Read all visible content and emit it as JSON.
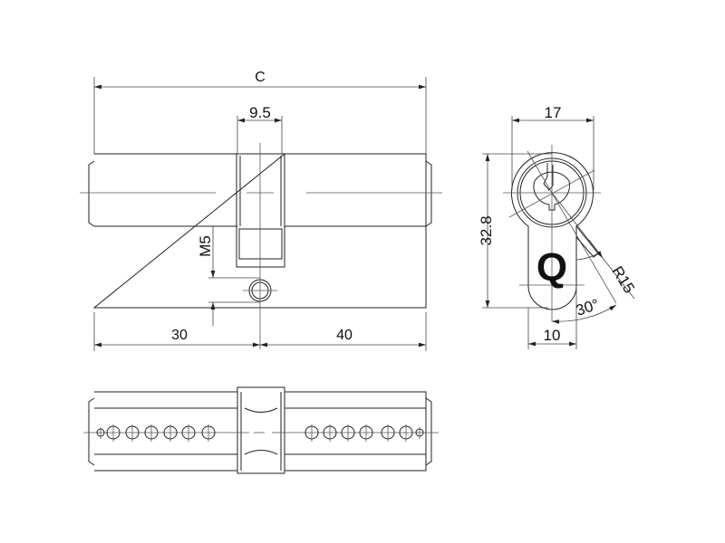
{
  "front_view": {
    "overall_length_label": "C",
    "cam_width_label": "9.5",
    "screw_label": "M5",
    "left_length_label": "30",
    "right_length_label": "40"
  },
  "side_view": {
    "width_label": "17",
    "height_label": "32.8",
    "bottom_width_label": "10",
    "radius_label": "R15",
    "angle_label": "30°",
    "logo_letter": "Q"
  },
  "bottom_view": {
    "left_pins": 6,
    "right_pins": 6
  },
  "colors": {
    "line": "#222222",
    "background": "#ffffff"
  }
}
